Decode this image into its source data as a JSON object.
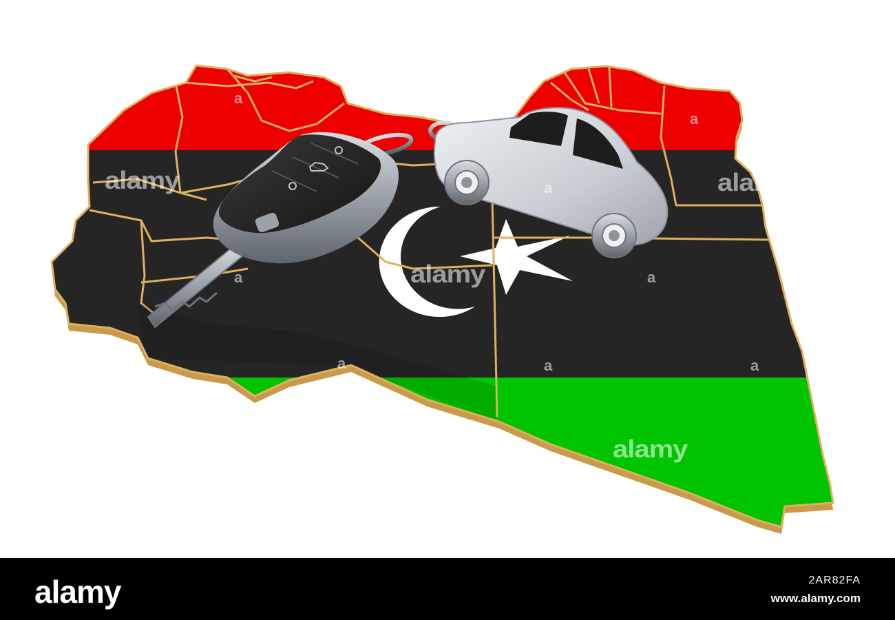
{
  "scene": {
    "subject": "map-of-libya-with-flag-car-key-and-car-keychain",
    "flag_colors": {
      "red": "#ef0000",
      "black": "#252525",
      "green": "#00c400",
      "white": "#ffffff",
      "border": "#e0b060"
    }
  },
  "watermark": {
    "text": "alamy",
    "glyph": "a"
  },
  "footer": {
    "logo": "alamy",
    "image_id": "2AR82FA",
    "url": "www.alamy.com"
  }
}
